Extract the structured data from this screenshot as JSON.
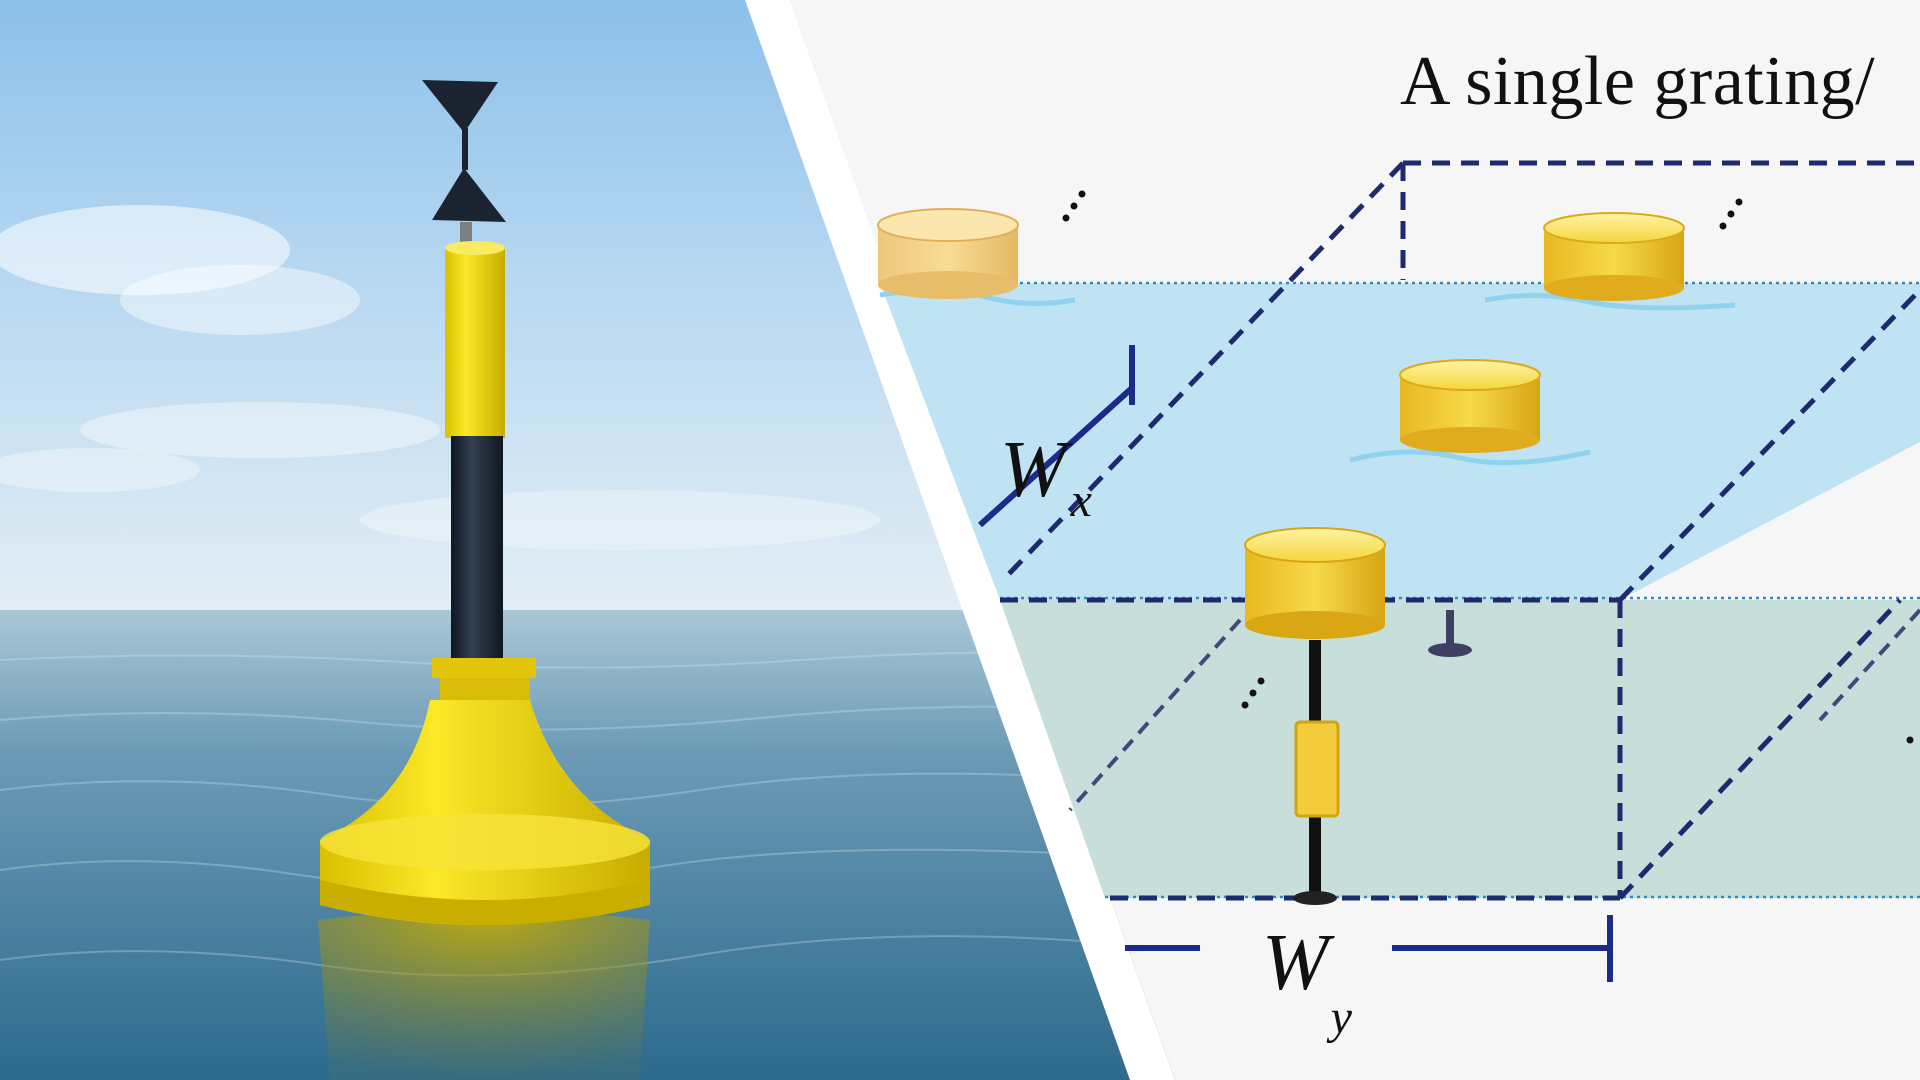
{
  "panel_photo": {
    "subject_icon": "navigation-buoy",
    "colors": {
      "sky_top": "#8fc3ec",
      "sky_horizon": "#e3eef5",
      "sea_near": "#2f6f93",
      "buoy_yellow": "#f5dc10",
      "buoy_black": "#1c2430"
    }
  },
  "panel_diagram": {
    "title": "A single grating/",
    "labels": {
      "wx_symbol": "W",
      "wx_subscript": "x",
      "wy_symbol": "W",
      "wy_subscript": "y"
    },
    "colors": {
      "box_dash": "#1e2a6e",
      "water_surface": "#bfe3f3",
      "water_body": "#c8dedb",
      "float_yellow": "#f5cc2a",
      "background": "#f6f6f6"
    }
  }
}
